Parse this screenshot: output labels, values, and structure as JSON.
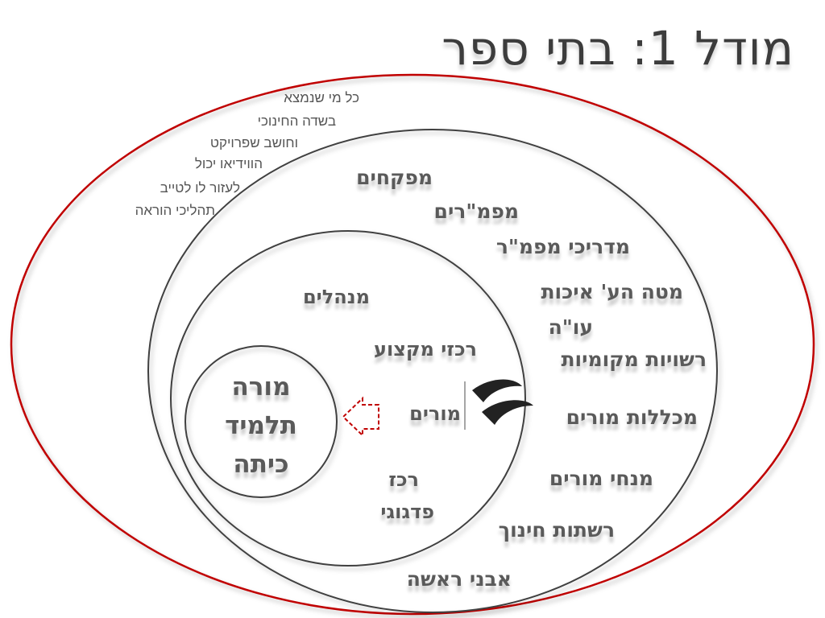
{
  "title": "מודל 1: בתי ספר",
  "note_lines": [
    "כל  מי שנמצא",
    "בשדה החינוכי",
    "וחושב שפרויקט",
    "הווידיאו יכול",
    "לעזור לו לטייב",
    "תהליכי הוראה"
  ],
  "outer_ring": {
    "supervisors": "מפקחים",
    "mafmar": "מפמ\"רים",
    "mafmar_guides": "מדריכי מפמ\"ר",
    "staff_line1": "מטה הע' איכות",
    "staff_line2": "עו\"ה",
    "local_authorities": "רשויות מקומיות",
    "colleges": "מכללות מורים",
    "mentors": "מנחי מורים",
    "networks": "רשתות חינוך",
    "cornerstones": "אבני ראשה"
  },
  "middle_ring": {
    "principals": "מנהלים",
    "coordinators": "רכזי מקצוע",
    "teachers": "מורים",
    "pedagogic_line1": "רכז",
    "pedagogic_line2": "פדגוגי"
  },
  "core": {
    "line1": "מורה",
    "line2": "תלמיד",
    "line3": "כיתה"
  },
  "colors": {
    "accent": "#c00000",
    "ring": "#404040",
    "text": "#5a5a5a",
    "logo": "#222222"
  },
  "icons": [
    "arrow-left-icon",
    "logo-icon"
  ]
}
